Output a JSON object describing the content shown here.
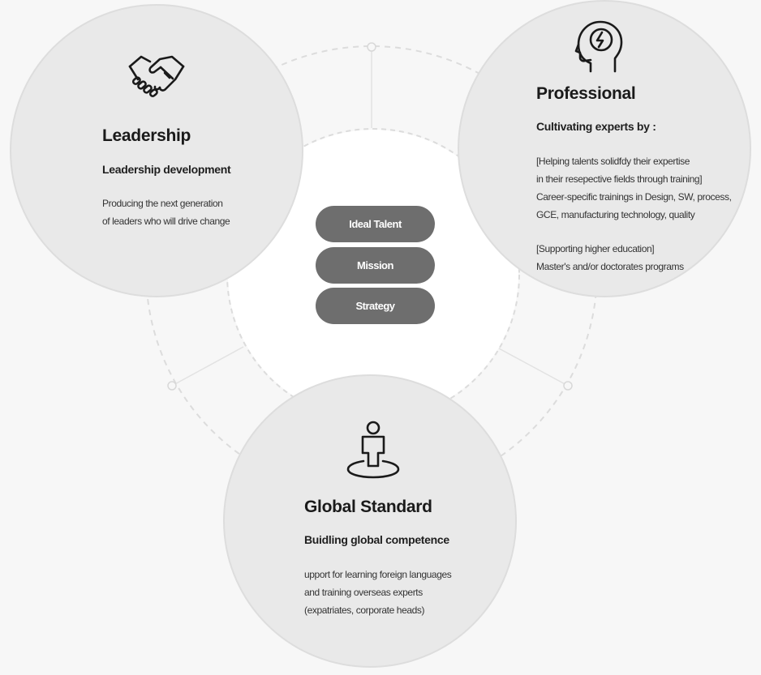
{
  "center_buttons": [
    {
      "label": "Ideal Talent"
    },
    {
      "label": "Mission"
    },
    {
      "label": "Strategy"
    }
  ],
  "leadership": {
    "title": "Leadership",
    "subtitle": "Leadership development",
    "lines": [
      "Producing the next generation",
      "of leaders who will drive change"
    ],
    "icon": "handshake-icon"
  },
  "professional": {
    "title": "Professional",
    "subtitle": "Cultivating experts by :",
    "lines": [
      "[Helping talents solidfdy their expertise",
      "in their resepective fields through training]",
      "Career-specific trainings in Design, SW, process,",
      "GCE, manufacturing technology, quality",
      "",
      "[Supporting higher education]",
      "Master's and/or doctorates programs"
    ],
    "icon": "head-brain-icon"
  },
  "global": {
    "title": "Global Standard",
    "subtitle": "Buidling global competence",
    "lines": [
      "upport for learning foreign languages",
      "and training overseas experts",
      "(expatriates, corporate heads)"
    ],
    "icon": "person-on-globe-icon"
  },
  "colors": {
    "background": "#f7f7f7",
    "circle_fill": "#e9e9e9",
    "circle_border": "#dddddd",
    "button_fill": "#6e6e6e",
    "button_text": "#ffffff",
    "dashed_line": "#dcdcdc"
  }
}
